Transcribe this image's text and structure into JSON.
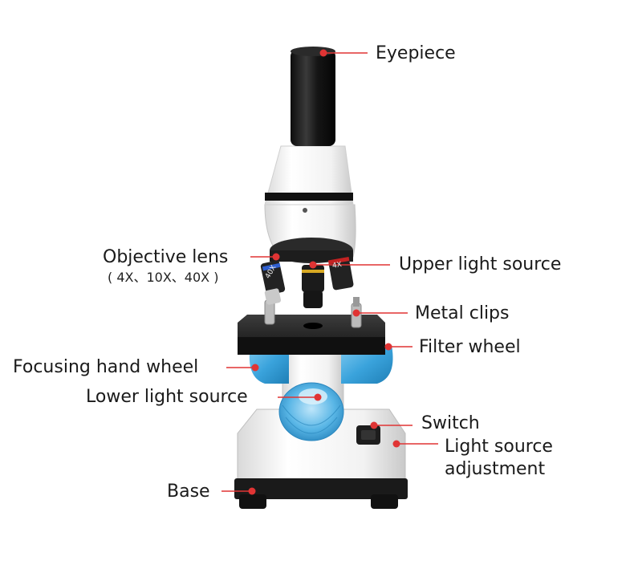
{
  "colors": {
    "marker": "#e03434",
    "leader": "#e03434",
    "body_white": "#f4f4f4",
    "body_black": "#1b1b1b",
    "accent_blue": "#4fb1e6",
    "stage_dark": "#2a2a2a"
  },
  "labels": {
    "eyepiece": "Eyepiece",
    "objective_lens": "Objective lens",
    "objective_mags": "( 4X、10X、40X )",
    "upper_light": "Upper light source",
    "metal_clips": "Metal clips",
    "filter_wheel": "Filter wheel",
    "focusing_wheel": "Focusing hand wheel",
    "lower_light": "Lower light source",
    "switch": "Switch",
    "light_adjust_1": "Light source",
    "light_adjust_2": "adjustment",
    "base": "Base"
  },
  "lens_marks": {
    "left": "40X",
    "right": "4X"
  }
}
